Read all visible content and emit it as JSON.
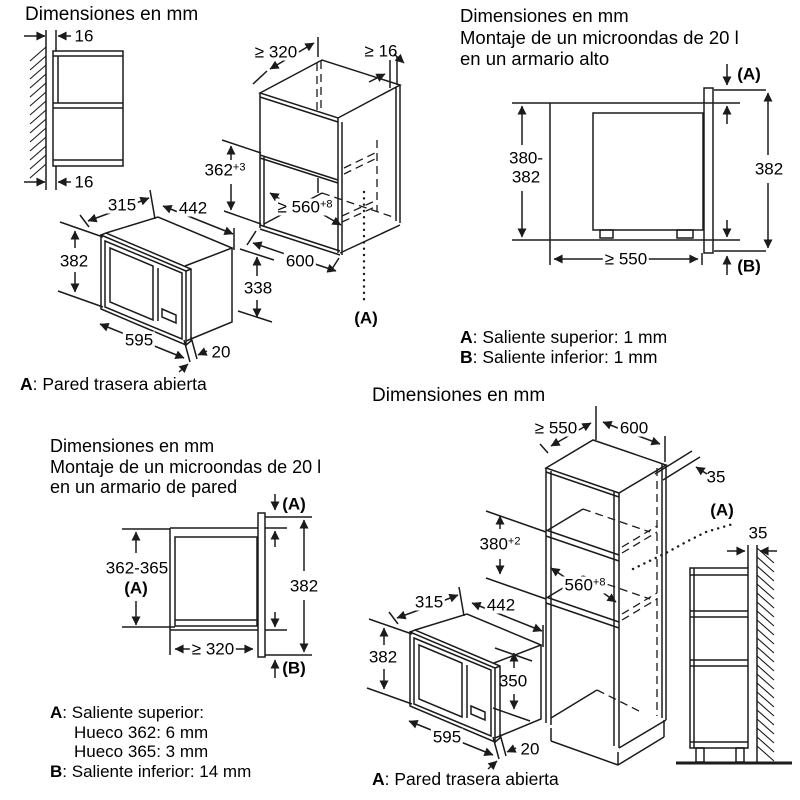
{
  "panel_top_left": {
    "title": "Dimensiones en mm",
    "note": {
      "prefix": "A",
      "text": ": Pared trasera abierta"
    },
    "dims": {
      "gap_top": "16",
      "gap_bottom": "16",
      "depth_min": "≥ 320",
      "wall_gap": "≥ 16",
      "niche_height": {
        "main": "362",
        "sup": "+3"
      },
      "niche_width": {
        "main": "≥ 560",
        "sup": "+8"
      },
      "cabinet_width": "600",
      "lower_height": "338",
      "ref_a": "(A)",
      "mw_depth": "315",
      "mw_body_width": "442",
      "mw_height": "382",
      "mw_width": "595",
      "mw_frame": "20"
    }
  },
  "panel_top_right": {
    "title": [
      "Dimensiones en mm",
      "Montaje de un microondas de 20 l",
      "en un armario alto"
    ],
    "dims": {
      "niche_height_1": "380-",
      "niche_height_2": "382",
      "front_height": "382",
      "depth_min": "≥ 550",
      "ref_a": "(A)",
      "ref_b": "(B)"
    },
    "notes": [
      {
        "prefix": "A",
        "text": ": Saliente superior: 1 mm"
      },
      {
        "prefix": "B",
        "text": ": Saliente inferior: 1 mm"
      }
    ]
  },
  "panel_mid_left": {
    "title": [
      "Dimensiones en mm",
      "Montaje de un microondas de 20 l",
      "en un armario de pared"
    ],
    "dims": {
      "niche_height": "362-365",
      "niche_height_ref": "(A)",
      "front_height": "382",
      "depth_min": "≥ 320",
      "ref_a": "(A)",
      "ref_b": "(B)"
    },
    "notes": [
      {
        "prefix": "A",
        "text": ": Saliente superior:"
      },
      {
        "prefix": "",
        "text": "Hueco 362: 6 mm"
      },
      {
        "prefix": "",
        "text": "Hueco 365: 3 mm"
      },
      {
        "prefix": "B",
        "text": ": Saliente inferior: 14 mm"
      }
    ]
  },
  "panel_bottom_right": {
    "title": "Dimensiones en mm",
    "note": {
      "prefix": "A",
      "text": ": Pared trasera abierta"
    },
    "dims": {
      "depth_min": "≥ 550",
      "cabinet_depth": "600",
      "top_gap": "35",
      "wall_gap": "35",
      "ref_a": "(A)",
      "niche_height": {
        "main": "380",
        "sup": "+2"
      },
      "niche_width": {
        "main": "560",
        "sup": "+8"
      },
      "mw_depth": "315",
      "mw_body_width": "442",
      "mw_height": "382",
      "mw_body_height": "350",
      "mw_width": "595",
      "mw_frame": "20"
    }
  }
}
